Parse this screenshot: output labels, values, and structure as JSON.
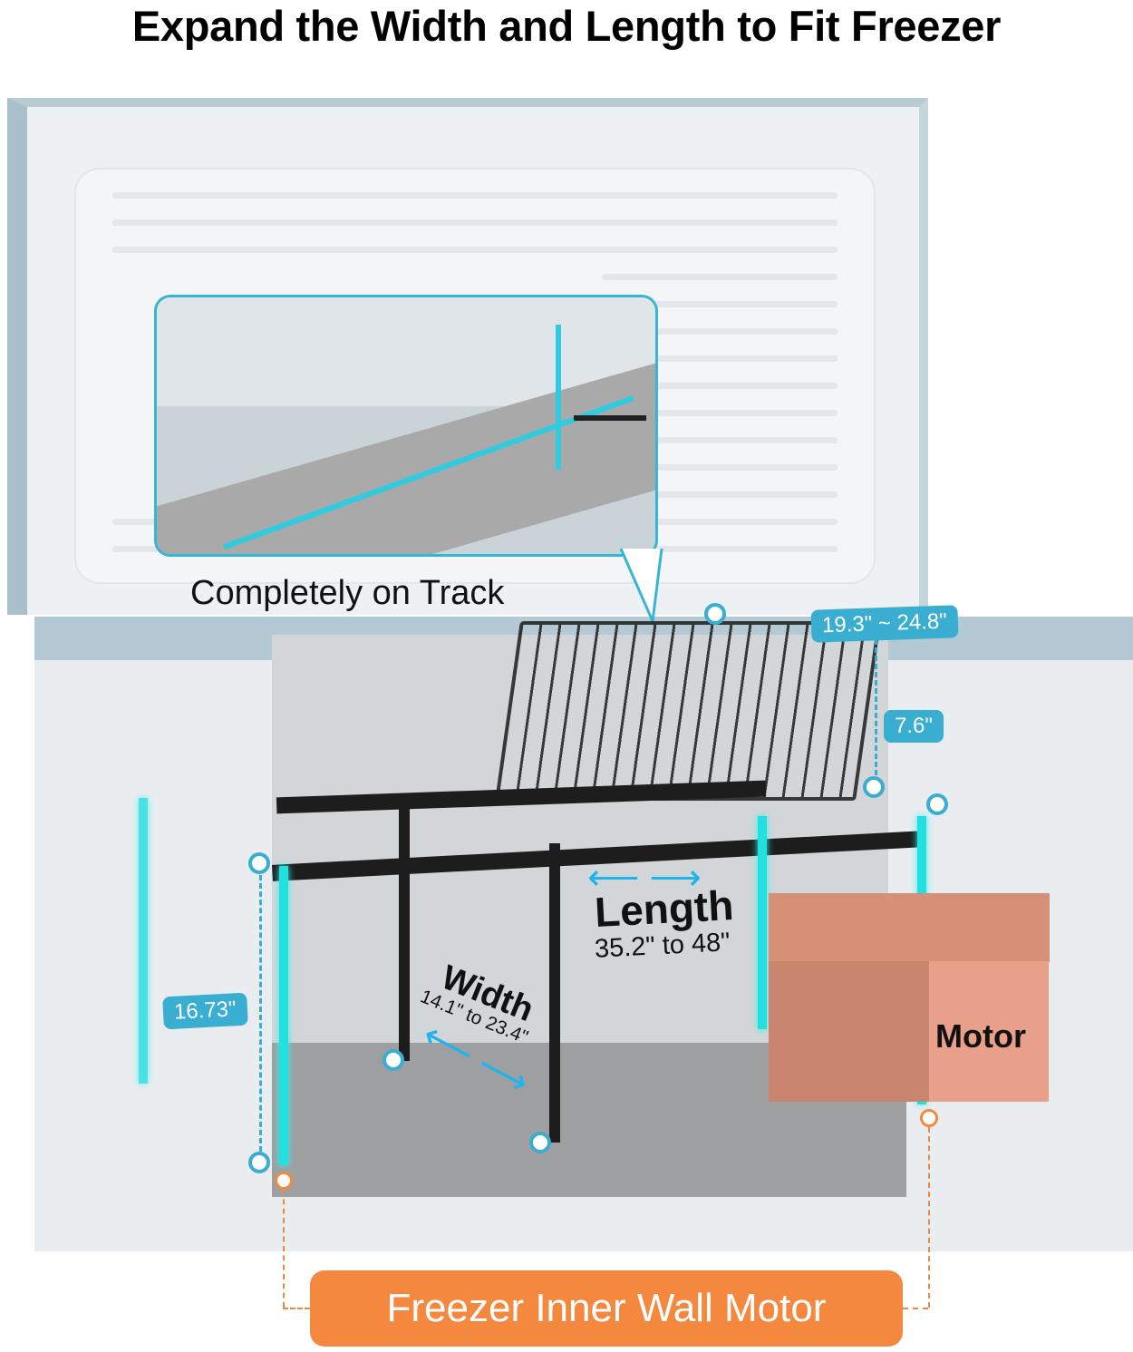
{
  "header": {
    "title": "Expand the Width and Length to Fit Freezer"
  },
  "inset": {
    "caption": "Completely on Track"
  },
  "dimensions": {
    "basket_width": "19.3\" ~ 24.8\"",
    "basket_height": "7.6\"",
    "rack_height": "16.73\"",
    "length_label": "Length",
    "length_range": "35.2\" to 48\"",
    "width_label": "Width",
    "width_range": "14.1\" to 23.4\""
  },
  "motor": {
    "label": "Motor"
  },
  "callout": {
    "label": "Freezer Inner Wall Motor"
  },
  "colors": {
    "accent_blue": "#3aaed1",
    "cyan_glow": "#22e0e0",
    "orange": "#f4883f",
    "motor": "#e8a08b"
  }
}
